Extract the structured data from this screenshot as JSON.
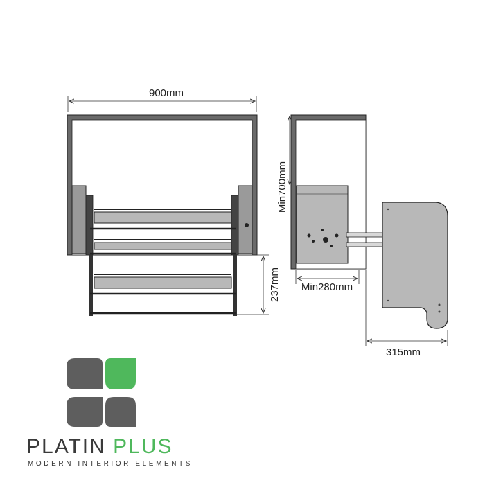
{
  "front_view": {
    "width_label": "900mm",
    "lift_height_label": "237mm"
  },
  "side_view": {
    "min_height_label": "Min700mm",
    "min_depth_label": "Min280mm",
    "extension_label": "315mm"
  },
  "brand": {
    "name_part1": "PLATIN",
    "name_part2": "PLUS",
    "tagline": "MODERN INTERIOR ELEMENTS"
  },
  "colors": {
    "logo_gray": "#5e5e5e",
    "logo_green": "#4fb85c",
    "panel_gray": "#b8b8b8",
    "line": "#222222"
  }
}
